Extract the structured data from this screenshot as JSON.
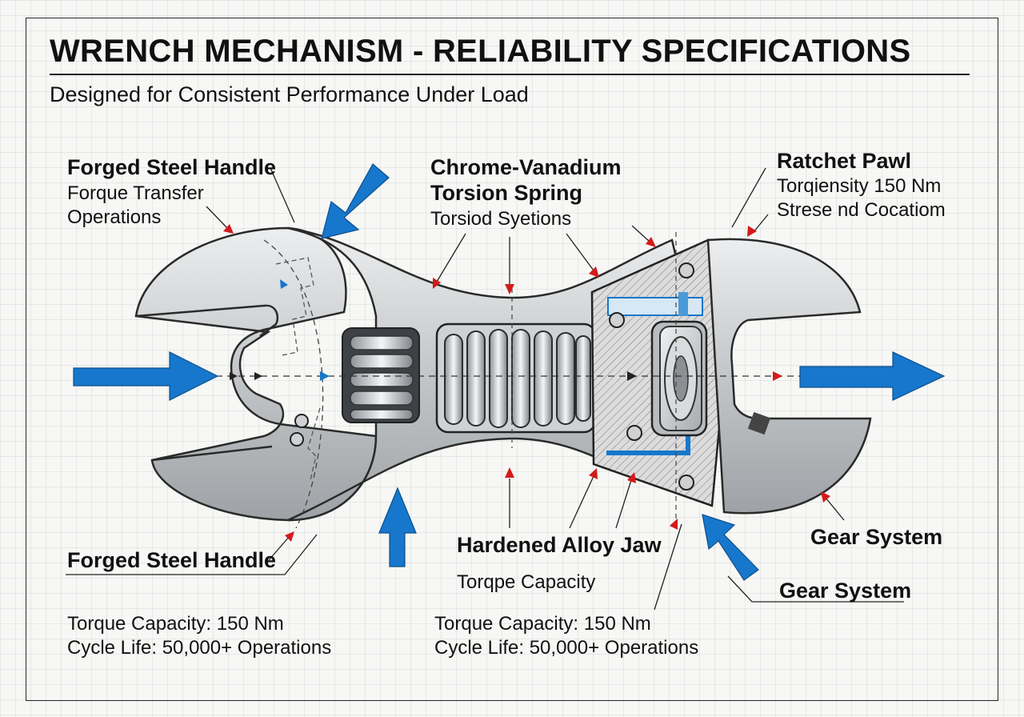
{
  "header": {
    "title": "WRENCH MECHANISM - RELIABILITY SPECIFICATIONS",
    "subtitle": "Designed for Consistent Performance Under Load"
  },
  "callouts": {
    "handle_top": {
      "title": "Forged Steel Handle",
      "line1": "Forque Transfer",
      "line2": "Operations"
    },
    "spring": {
      "title1": "Chrome-Vanadium",
      "title2": "Torsion Spring",
      "line1": "Torsiod Syetions"
    },
    "pawl": {
      "title": "Ratchet Pawl",
      "line1": "Torqiensity 150 Nm",
      "line2": "Strese nd Cocatiom"
    },
    "gear_right": {
      "title": "Gear System"
    },
    "handle_bottom": {
      "title": "Forged Steel Handle"
    },
    "jaw": {
      "title": "Hardened Alloy Jaw",
      "line1": "Torqpe Capacity"
    },
    "gear_bottom": {
      "title": "Gear System"
    }
  },
  "specs_left": {
    "torque": "Torque Capacity: 150 Nm",
    "cycle": "Cycle Life: 50,000+ Operations"
  },
  "specs_right": {
    "torque": "Torque Capacity: 150 Nm",
    "cycle": "Cycle Life: 50,000+ Operations"
  },
  "colors": {
    "force_arrow": "#1677cc",
    "pointer_arrow": "#d41a1a",
    "steel": "#c9cbcd",
    "ink": "#222222"
  },
  "icons": [
    "force-arrow-icon",
    "pointer-arrow-icon",
    "torsion-spring-icon",
    "bearing-icon",
    "bolt-icon"
  ]
}
